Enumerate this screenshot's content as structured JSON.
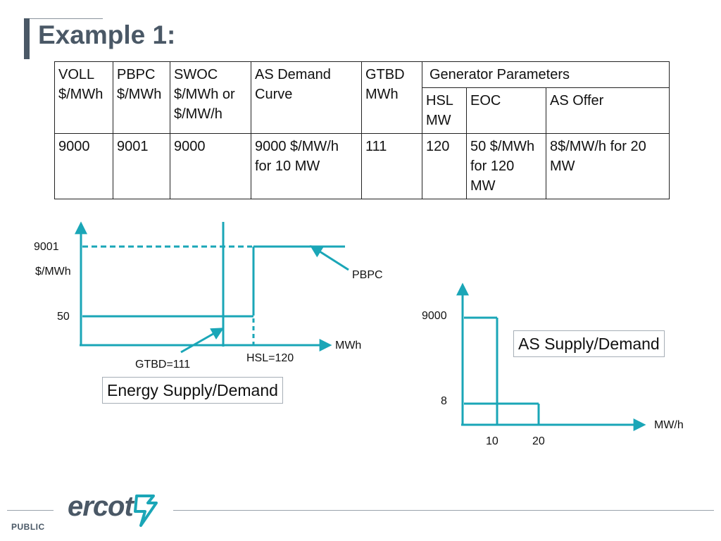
{
  "title": "Example 1:",
  "table": {
    "header": {
      "voll": [
        "VOLL",
        "$/MWh"
      ],
      "pbpc": [
        "PBPC",
        "$/MWh"
      ],
      "swoc": [
        "SWOC",
        "$/MWh or",
        "$/MW/h"
      ],
      "as_demand": [
        "AS Demand",
        "Curve"
      ],
      "gtbd": [
        "GTBD",
        "MWh"
      ],
      "generator_parameters": "Generator Parameters",
      "hsl": [
        "HSL",
        "MW"
      ],
      "eoc": "EOC",
      "as_offer": "AS Offer"
    },
    "row": {
      "voll": "9000",
      "pbpc": "9001",
      "swoc": "9000",
      "as_demand": [
        "9000 $/MW/h",
        "for 10 MW"
      ],
      "gtbd": "111",
      "hsl": "120",
      "eoc": [
        "50 $/MWh",
        "for 120",
        "MW"
      ],
      "as_offer": [
        "8$/MW/h for 20",
        "MW"
      ]
    }
  },
  "energy_diagram": {
    "y_value_top": "9001",
    "y_unit": "$/MWh",
    "pbpc_label": "PBPC",
    "y_value_low": "50",
    "x_unit": "MWh",
    "gtbd_label": "GTBD=111",
    "hsl_label": "HSL=120",
    "caption": "Energy Supply/Demand"
  },
  "as_diagram": {
    "y_value_top": "9000",
    "y_value_low": "8",
    "x_unit": "MW/h",
    "x_tick_1": "10",
    "x_tick_2": "20",
    "caption": "AS Supply/Demand"
  },
  "footer": {
    "logo": "ercot",
    "classification": "PUBLIC"
  },
  "colors": {
    "title": "#4a5866",
    "diagram_lines": "#1aa6b7"
  }
}
